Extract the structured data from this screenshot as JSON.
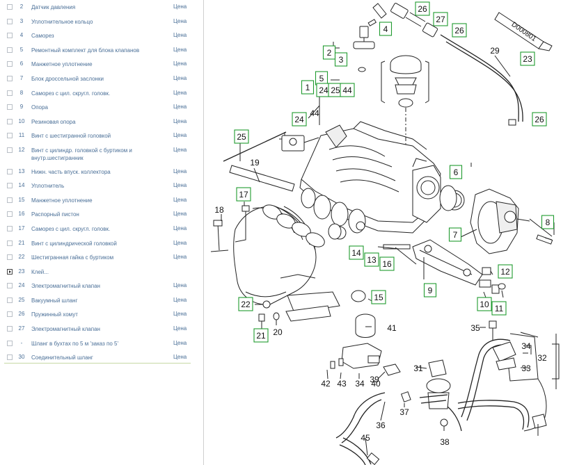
{
  "parts_list": {
    "price_label": "Цена",
    "items": [
      {
        "num": "2",
        "name": "Датчик давления",
        "price": true
      },
      {
        "num": "3",
        "name": "Уплотнительное кольцо",
        "price": true
      },
      {
        "num": "4",
        "name": "Саморез",
        "price": true
      },
      {
        "num": "5",
        "name": "Ремонтный комплект для блока клапанов",
        "price": true
      },
      {
        "num": "6",
        "name": "Манжетное уплотнение",
        "price": true
      },
      {
        "num": "7",
        "name": "Блок дроссельной заслонки",
        "price": true
      },
      {
        "num": "8",
        "name": "Саморез с цил. скругл. головк.",
        "price": true
      },
      {
        "num": "9",
        "name": "Опора",
        "price": true
      },
      {
        "num": "10",
        "name": "Резиновая опора",
        "price": true
      },
      {
        "num": "11",
        "name": "Винт с шестигранной головкой",
        "price": true
      },
      {
        "num": "12",
        "name": "Винт с цилиндр. головкой с буртиком и внутр.шестигранник",
        "price": true
      },
      {
        "num": "13",
        "name": "Нижн. часть впуск. коллектора",
        "price": true
      },
      {
        "num": "14",
        "name": "Уплотнитель",
        "price": true
      },
      {
        "num": "15",
        "name": "Манжетное уплотнение",
        "price": true
      },
      {
        "num": "16",
        "name": "Распорный пистон",
        "price": true
      },
      {
        "num": "17",
        "name": "Саморез с цил. скругл. головк.",
        "price": true
      },
      {
        "num": "21",
        "name": "Винт с цилиндрической головкой",
        "price": true
      },
      {
        "num": "22",
        "name": "Шестигранная гайка с буртиком",
        "price": true
      },
      {
        "num": "23",
        "name": "Клей...",
        "price": false,
        "expandable": true
      },
      {
        "num": "24",
        "name": "Электромагнитный клапан",
        "price": true
      },
      {
        "num": "25",
        "name": "Вакуумный шланг",
        "price": true
      },
      {
        "num": "26",
        "name": "Пружинный хомут",
        "price": true
      },
      {
        "num": "27",
        "name": "Электромагнитный клапан",
        "price": true
      },
      {
        "num": "-",
        "name": "Шланг в бухтах по 5 м 'заказ по 5'",
        "price": true
      },
      {
        "num": "30",
        "name": "Соединительный шланг",
        "price": true
      }
    ]
  },
  "diagram": {
    "boxed_callouts": [
      "26",
      "27",
      "26",
      "4",
      "2",
      "3",
      "5",
      "1",
      "24",
      "25",
      "44",
      "23",
      "26",
      "24",
      "25",
      "6",
      "8",
      "17",
      "7",
      "14",
      "13",
      "16",
      "9",
      "12",
      "22",
      "15",
      "10",
      "11",
      "21"
    ],
    "plain_callouts": [
      "29",
      "44",
      "19",
      "18",
      "41",
      "20",
      "35",
      "34",
      "32",
      "33",
      "31",
      "40",
      "42",
      "43",
      "34",
      "39",
      "37",
      "36",
      "38",
      "45"
    ],
    "part_marking": "D000801"
  },
  "colors": {
    "link": "#4a6f97",
    "callout_border": "#1f9a2f",
    "divider": "#c7d8a4"
  }
}
